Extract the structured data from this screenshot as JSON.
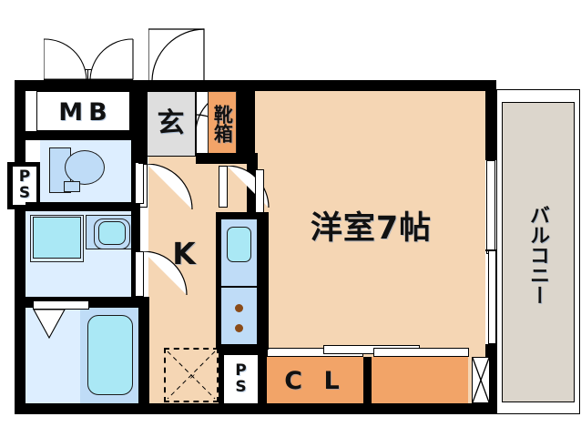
{
  "document": {
    "kind": "japanese-apartment-floor-plan",
    "layout_type": "1K"
  },
  "palette": {
    "wall": "#000000",
    "room_floor": "#f5d6b4",
    "closet": "#f2a468",
    "water_area": "#ddeeff",
    "water_area_deep": "#bfdcf7",
    "tub_water": "#aae8f5",
    "entrance": "#dedede",
    "balcony": "#dcd6cc",
    "paper": "#ffffff"
  },
  "rooms": {
    "main_room": {
      "label": "洋室7帖",
      "name_romaji": "Western room 7 tatami"
    },
    "kitchen": {
      "label": "K",
      "name_romaji": "Kitchen"
    },
    "entrance": {
      "label": "玄",
      "name_romaji": "Genkan"
    },
    "shoe_box": {
      "label": "靴箱",
      "name_romaji": "Kutsubako"
    },
    "meter_box": {
      "label": "MB",
      "name_romaji": "Meter Box"
    },
    "closet": {
      "label": "C L",
      "name_romaji": "Closet"
    },
    "balcony": {
      "label": "バルコニー",
      "name_romaji": "Balcony"
    },
    "pipe_shaft_left": {
      "label_top": "P",
      "label_bottom": "S"
    },
    "pipe_shaft_bottom": {
      "label_top": "P",
      "label_bottom": "S"
    }
  },
  "fixtures": {
    "toilet": "toilet-fixture",
    "wash_basin": "wash-basin-fixture",
    "bathtub": "bathtub-fixture",
    "kitchen_sink": "kitchen-sink-fixture",
    "stove_burners": 2,
    "appliance_space": "refrigerator-space"
  },
  "openings": {
    "meter_box_doors": 2,
    "entrance_door": 1,
    "interior_doors": 3,
    "balcony_sliding_door": 1,
    "closet_sliding_doors": 2,
    "room_window_panels": 2
  }
}
